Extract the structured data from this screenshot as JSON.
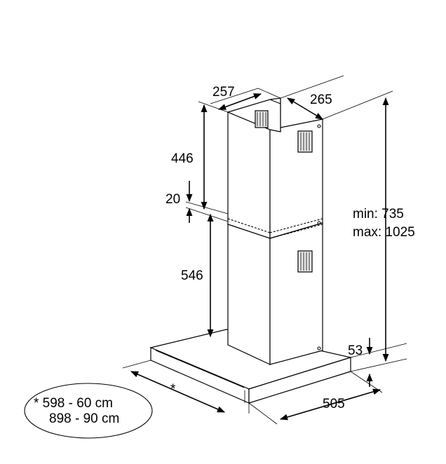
{
  "dimensions": {
    "duct_width": "257",
    "duct_depth": "265",
    "upper_duct_height": "446",
    "overlap": "20",
    "lower_duct_height": "546",
    "min_height": "min: 735",
    "max_height": "max: 1025",
    "canopy_height": "53",
    "hood_depth": "505",
    "hood_width_marker": "*"
  },
  "note": {
    "line1": "*  598 - 60 cm",
    "line2": "898 - 90 cm"
  }
}
